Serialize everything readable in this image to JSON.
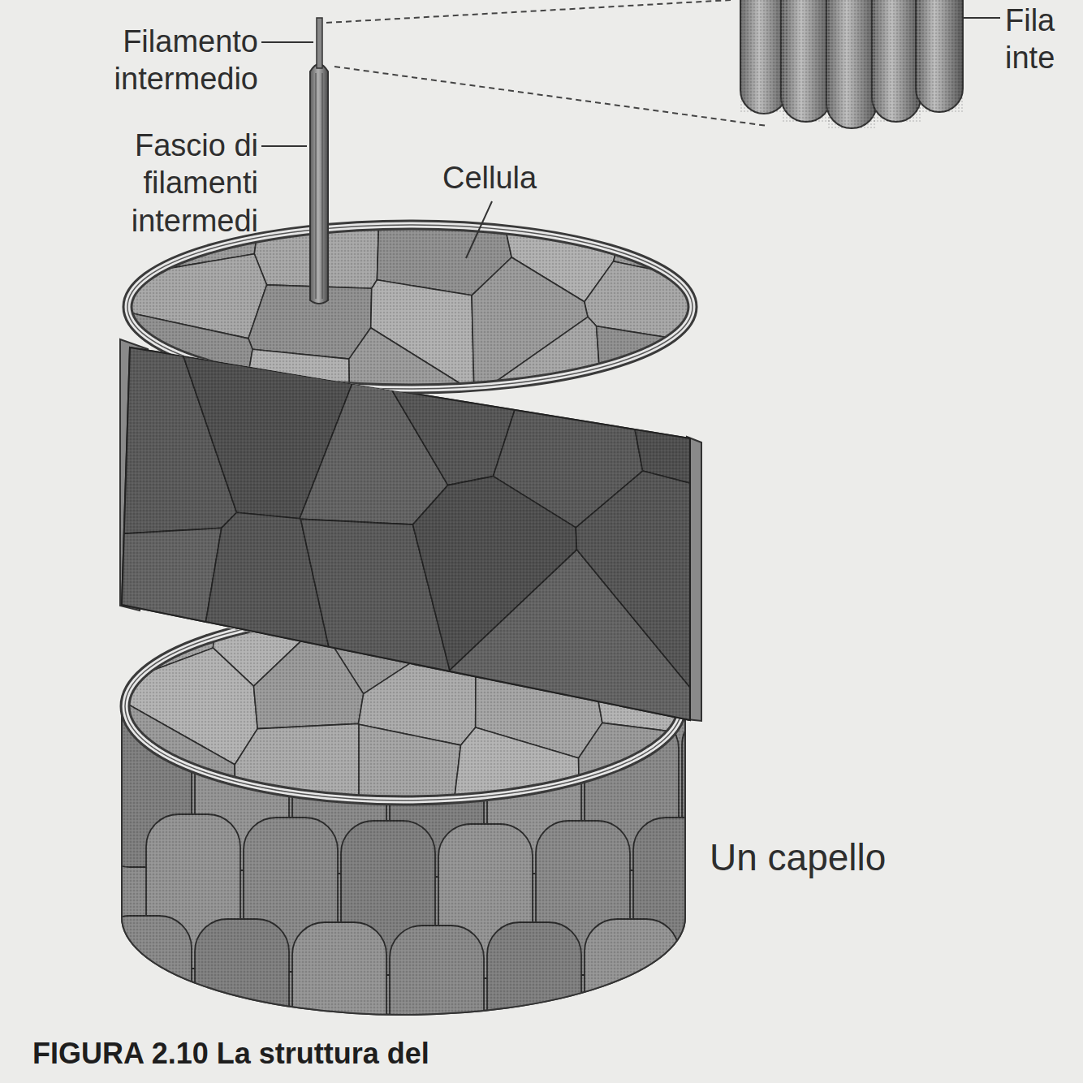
{
  "diagram": {
    "caption": "FIGURA 2.10 La struttura del",
    "labels": [
      "Filamento intermedio",
      "Fascio di filamenti intermedi",
      "Cellula",
      "Un capello",
      "Fila inte"
    ]
  }
}
